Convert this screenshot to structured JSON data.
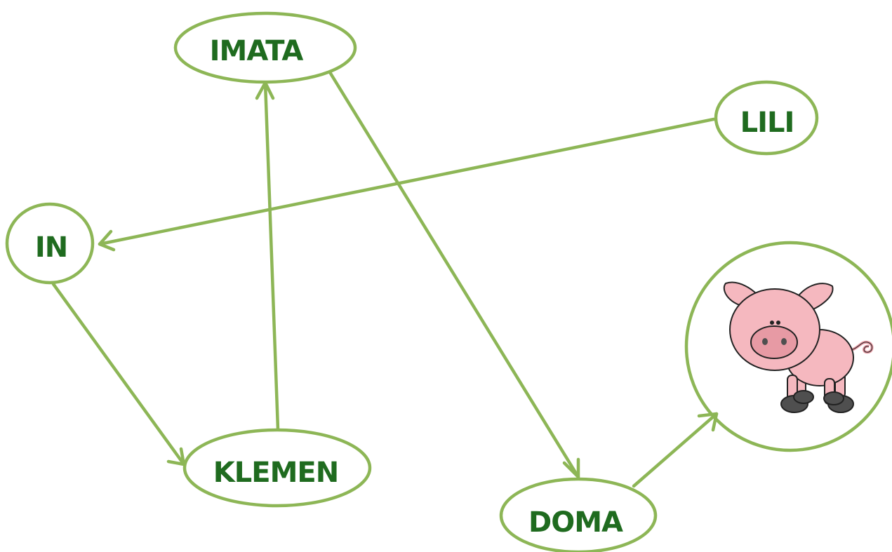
{
  "colors": {
    "stroke": "#8db656",
    "text": "#1f6b1f",
    "pig_body": "#f5b8bf",
    "pig_dark": "#e79aa4",
    "pig_hoof": "#4f4f4f",
    "pig_outline": "#222222"
  },
  "nodes": {
    "imata": "IMATA",
    "lili": "LILI",
    "in": "IN",
    "klemen": "KLEMEN",
    "doma": "DOMA",
    "pig": "pig-icon"
  },
  "edges": [
    {
      "from": "klemen",
      "to": "imata"
    },
    {
      "from": "imata",
      "to": "doma"
    },
    {
      "from": "lili",
      "to": "in"
    },
    {
      "from": "in",
      "to": "klemen"
    },
    {
      "from": "doma",
      "to": "pig"
    }
  ]
}
